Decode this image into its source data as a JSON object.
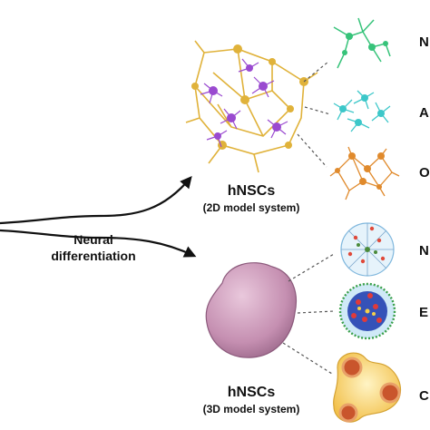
{
  "labels": {
    "center": "Neural\ndifferentiation",
    "top_title": "hNSCs",
    "top_subtitle": "(2D model system)",
    "bottom_title": "hNSCs",
    "bottom_subtitle": "(3D model system)"
  },
  "right_labels": [
    "N",
    "A",
    "O",
    "N",
    "E",
    "C"
  ],
  "colors": {
    "neuron": "#37c37a",
    "astrocyte": "#3cc7c9",
    "oligodendrocyte": "#e08a2c",
    "network_gold": "#e0b23a",
    "network_purple": "#9a4ad0",
    "spheroid": "#c995b6",
    "organoid_blob": "#f4c857",
    "organoid_core": "#c9552c",
    "arrow": "#111111"
  }
}
